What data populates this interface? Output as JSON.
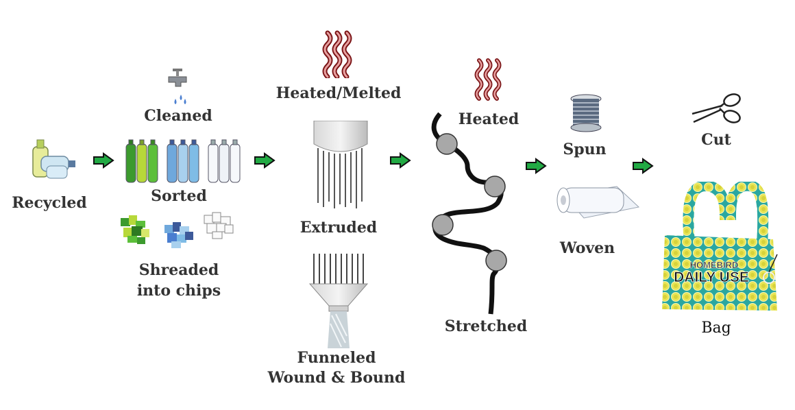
{
  "steps": {
    "recycled": "Recycled",
    "cleaned": "Cleaned",
    "sorted": "Sorted",
    "shredded_line1": "Shreaded",
    "shredded_line2": "into chips",
    "heated_melted": "Heated/Melted",
    "extruded": "Extruded",
    "funneled_line1": "Funneled",
    "funneled_line2": "Wound &  Bound",
    "heated": "Heated",
    "stretched": "Stretched",
    "spun": "Spun",
    "woven": "Woven",
    "cut": "Cut",
    "bag": "Bag"
  },
  "bag_logo": {
    "brand": "HOMEBIRD",
    "tagline": "DAILY USE"
  },
  "colors": {
    "arrow_fill": "#22aa44",
    "arrow_outline": "#111111",
    "heat_red": "#c8282a",
    "bag_teal": "#2aa7a0",
    "bag_lemon": "#e8e455"
  },
  "icons": [
    "bottles-icon",
    "faucet-icon",
    "sorted-bottles-icon",
    "plastic-chips-icon",
    "heat-waves-icon",
    "extruder-icon",
    "funnel-icon",
    "rollers-icon",
    "spool-icon",
    "fabric-roll-icon",
    "scissors-icon",
    "tote-bag-icon",
    "right-arrow-icon"
  ]
}
